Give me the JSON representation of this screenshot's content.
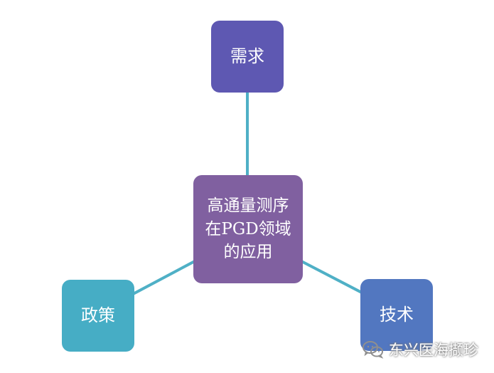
{
  "diagram": {
    "center": {
      "label_line1": "高通量测序",
      "label_line2": "在PGD领域",
      "label_line3": "的应用",
      "color": "#8060a0"
    },
    "nodes": {
      "demand": {
        "label": "需求",
        "color": "#5e58b2"
      },
      "policy": {
        "label": "政策",
        "color": "#46adc5"
      },
      "technology": {
        "label": "技术",
        "color": "#5277c0"
      }
    },
    "connector_color": "#4fb0c6"
  },
  "watermark": {
    "text": "东兴医海撷珍",
    "icon": "wechat-icon"
  }
}
